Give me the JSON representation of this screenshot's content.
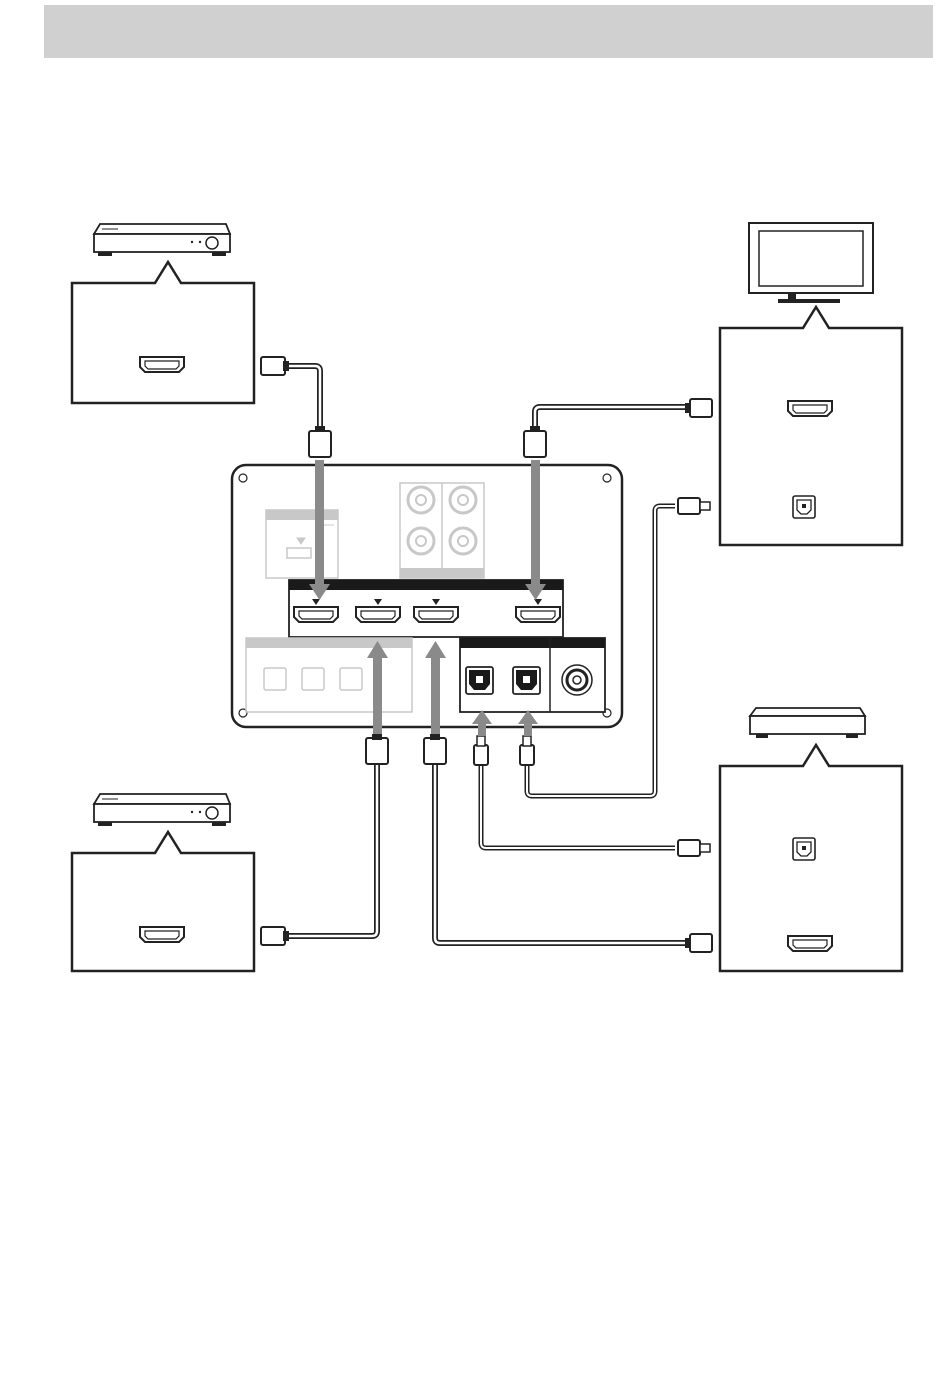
{
  "header": {
    "title": ""
  },
  "diagram": {
    "hub": {
      "name": "receiver-rear-panel",
      "hdmi_inputs": 4,
      "optical_inputs": 2,
      "coaxial_inputs": 1,
      "unused_optical_inputs": 3,
      "rca_jacks": 4
    },
    "devices": [
      {
        "name": "source-player-top-left",
        "kind": "player",
        "ports": [
          "hdmi"
        ]
      },
      {
        "name": "source-player-bottom-left",
        "kind": "player",
        "ports": [
          "hdmi"
        ]
      },
      {
        "name": "tv-top-right",
        "kind": "tv",
        "ports": [
          "hdmi",
          "optical"
        ]
      },
      {
        "name": "settop-box-bottom-right",
        "kind": "set-top-box",
        "ports": [
          "optical",
          "hdmi"
        ]
      }
    ],
    "connections": [
      {
        "from": "source-player-top-left",
        "port": "hdmi",
        "to": "hdmi-input-1",
        "cable": "hdmi"
      },
      {
        "from": "tv-top-right",
        "port": "hdmi",
        "to": "hdmi-output",
        "cable": "hdmi"
      },
      {
        "from": "tv-top-right",
        "port": "optical",
        "to": "optical-input-2",
        "cable": "optical"
      },
      {
        "from": "source-player-bottom-left",
        "port": "hdmi",
        "to": "hdmi-input-2",
        "cable": "hdmi"
      },
      {
        "from": "settop-box-bottom-right",
        "port": "hdmi",
        "to": "hdmi-input-3",
        "cable": "hdmi"
      },
      {
        "from": "settop-box-bottom-right",
        "port": "optical",
        "to": "optical-input-1",
        "cable": "optical"
      }
    ],
    "colors": {
      "line": "#222222",
      "arrow": "#8a8a8a",
      "faded": "#c8c8c8",
      "panel_label_bar": "#1a1a1a"
    }
  }
}
